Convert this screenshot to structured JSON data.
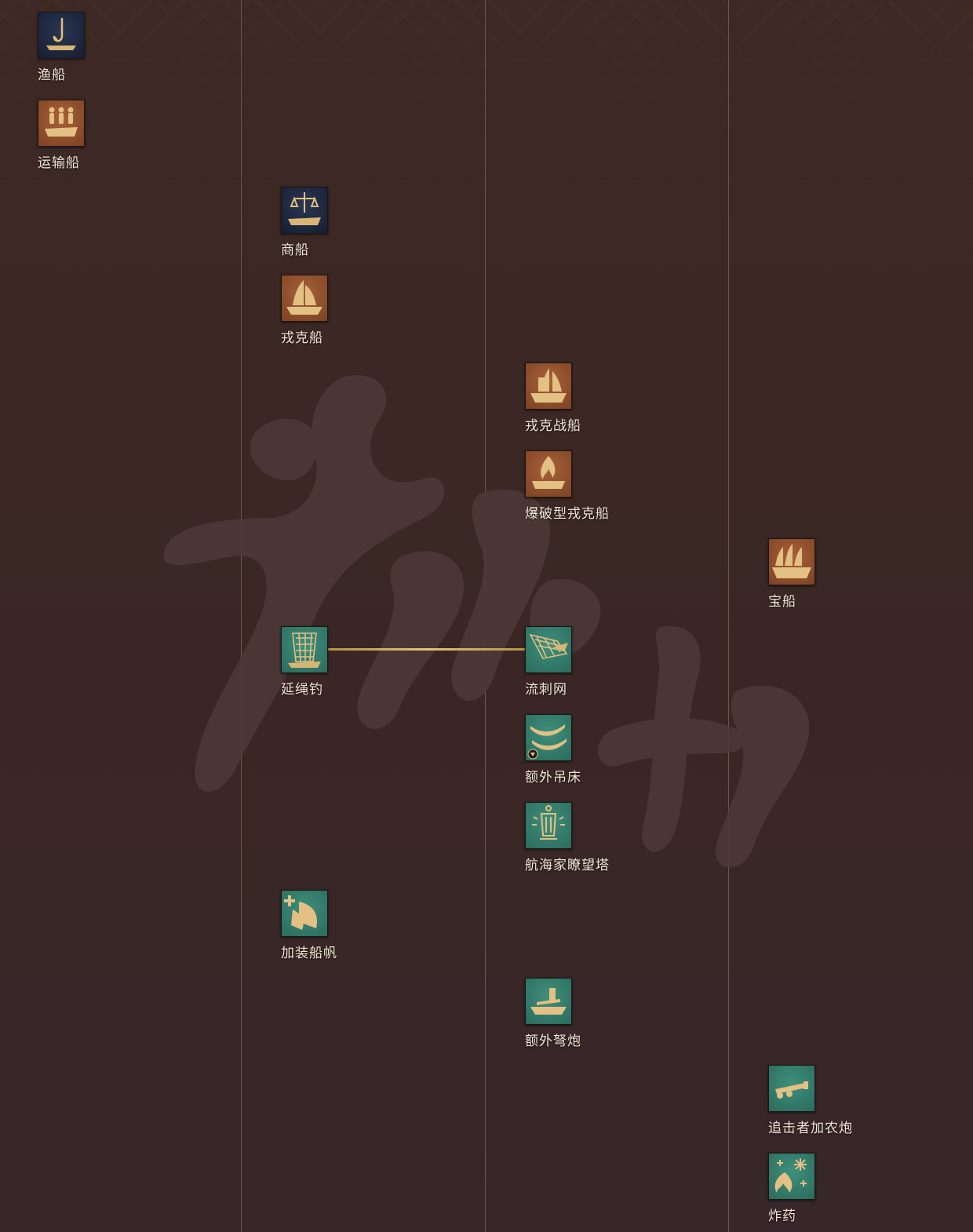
{
  "colors": {
    "background": "#3a2725",
    "divider": "#6e5548",
    "unit_navy": "#1b2440",
    "unit_brown": "#8e4f2c",
    "tech_teal": "#358070",
    "gold": "#d9b574",
    "label_text": "#f1e6d6"
  },
  "columns": [
    {
      "items": [
        {
          "label": "渔船",
          "icon": "fishing-hook-boat-icon",
          "kind": "unit-navy"
        },
        {
          "label": "运输船",
          "icon": "soldiers-transport-ship-icon",
          "kind": "unit-brown"
        }
      ]
    },
    {
      "items": [
        {
          "label": "商船",
          "icon": "scales-merchant-ship-icon",
          "kind": "unit-navy"
        },
        {
          "label": "戎克船",
          "icon": "junk-sail-ship-icon",
          "kind": "unit-brown"
        },
        {
          "label": "延绳钓",
          "icon": "fishing-net-rack-icon",
          "kind": "tech-teal"
        },
        {
          "label": "加装船帆",
          "icon": "plus-sails-icon",
          "kind": "tech-teal"
        }
      ]
    },
    {
      "items": [
        {
          "label": "戎克战船",
          "icon": "war-junk-ship-icon",
          "kind": "unit-brown"
        },
        {
          "label": "爆破型戎克船",
          "icon": "fire-ship-icon",
          "kind": "unit-brown"
        },
        {
          "label": "流刺网",
          "icon": "drift-net-icon",
          "kind": "tech-teal"
        },
        {
          "label": "额外吊床",
          "icon": "hammocks-icon",
          "kind": "tech-teal"
        },
        {
          "label": "航海家瞭望塔",
          "icon": "lantern-icon",
          "kind": "tech-teal"
        },
        {
          "label": "额外弩炮",
          "icon": "ballista-ship-icon",
          "kind": "tech-teal"
        }
      ]
    },
    {
      "items": [
        {
          "label": "宝船",
          "icon": "treasure-ship-icon",
          "kind": "unit-brown"
        },
        {
          "label": "追击者加农炮",
          "icon": "cannon-icon",
          "kind": "tech-teal"
        },
        {
          "label": "炸药",
          "icon": "explosives-icon",
          "kind": "tech-teal"
        }
      ]
    }
  ]
}
